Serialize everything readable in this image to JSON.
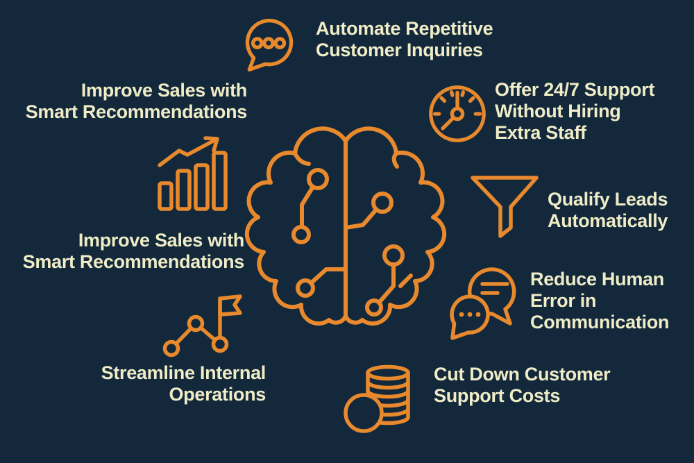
{
  "colors": {
    "background": "#13293B",
    "accent": "#E8892E",
    "text": "#EFECC7"
  },
  "center": {
    "icon": "brain-circuit-icon"
  },
  "benefits": [
    {
      "icon": "speech-bubble-icon",
      "lines": [
        "Automate Repetitive",
        "Customer Inquiries"
      ]
    },
    {
      "icon": "growth-chart-icon",
      "lines": [
        "Improve Sales with",
        "Smart Recommendations"
      ]
    },
    {
      "icon": "gauge-clock-icon",
      "lines": [
        "Offer 24/7 Support",
        "Without Hiring",
        "Extra Staff"
      ]
    },
    {
      "icon": "funnel-icon",
      "lines": [
        "Qualify Leads",
        "Automatically"
      ]
    },
    {
      "icon": "growth-chart-icon",
      "lines": [
        "Improve Sales with",
        "Smart Recommendations"
      ]
    },
    {
      "icon": "chat-error-icon",
      "lines": [
        "Reduce Human",
        "Error in",
        "Communication"
      ]
    },
    {
      "icon": "milestone-flag-icon",
      "lines": [
        "Streamline Internal",
        "Operations"
      ]
    },
    {
      "icon": "coins-stack-icon",
      "lines": [
        "Cut Down Customer",
        "Support Costs"
      ]
    }
  ]
}
